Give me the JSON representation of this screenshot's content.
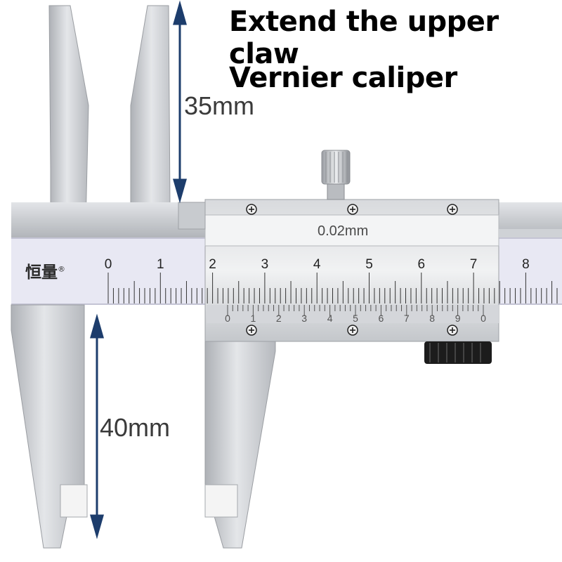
{
  "title_line1": "Extend the upper claw",
  "title_line2": "Vernier caliper",
  "upper_jaw_depth_label": "35mm",
  "lower_jaw_depth_label": "40mm",
  "brand": "恒量",
  "brand_mark": "®",
  "resolution_label": "0.02mm",
  "main_scale_labels": [
    "0",
    "1",
    "2",
    "3",
    "4",
    "5",
    "6",
    "7",
    "8"
  ],
  "vernier_scale_labels": [
    "0",
    "1",
    "2",
    "3",
    "4",
    "5",
    "6",
    "7",
    "8",
    "9",
    "0"
  ],
  "colors": {
    "steel_light": "#d9dbde",
    "steel_dark": "#a9acb1",
    "scale_band": "#e6e6f2",
    "arrow": "#1d3d6c"
  }
}
